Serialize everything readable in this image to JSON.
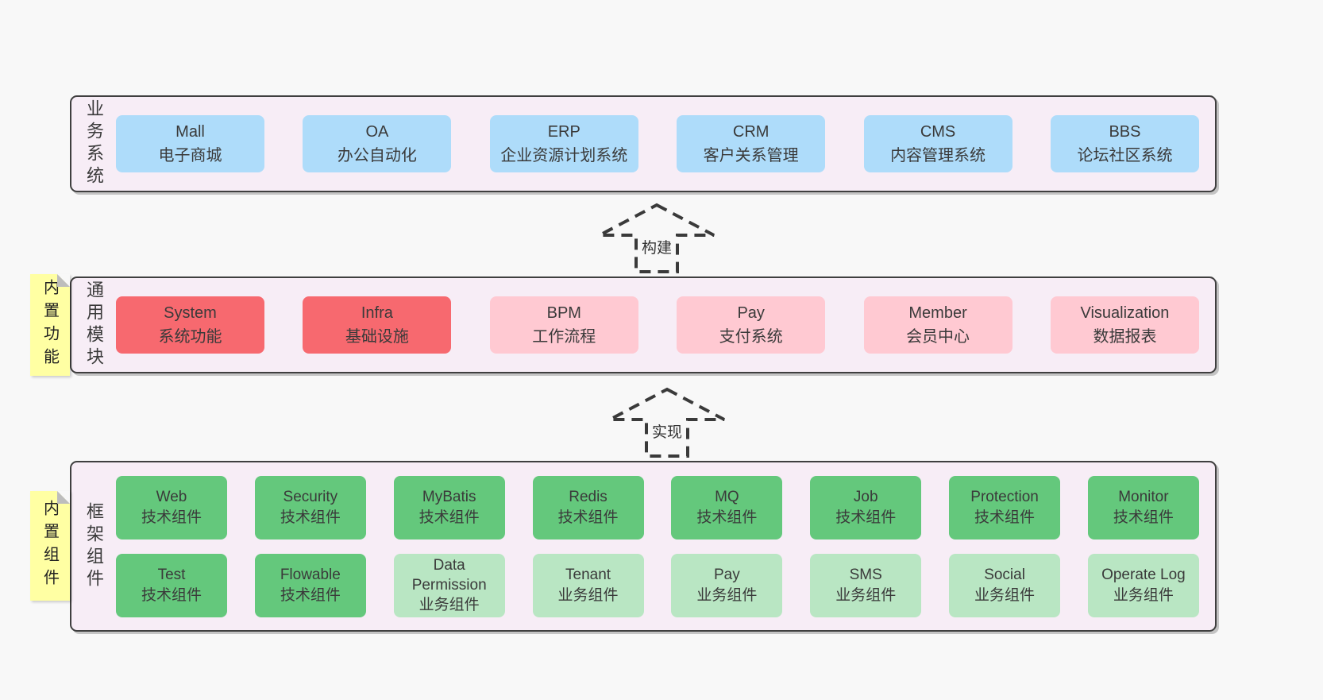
{
  "palette": {
    "page_bg": "#f8f8f8",
    "section_bg": "#f7edf6",
    "section_border": "#3f3f3f",
    "blue": "#aedcfa",
    "red": "#f7696f",
    "pink": "#ffc9d2",
    "green": "#64c87c",
    "lightgreen": "#b9e6c3",
    "note_bg": "#ffffa3",
    "note_fold": "#bdbdbd",
    "text": "#3a3a3a"
  },
  "sections": [
    {
      "name": "business-systems",
      "label": "业务系统",
      "note": "",
      "rows": [
        [
          {
            "title": "Mall",
            "subtitle": "电子商城",
            "variant": "blue"
          },
          {
            "title": "OA",
            "subtitle": "办公自动化",
            "variant": "blue"
          },
          {
            "title": "ERP",
            "subtitle": "企业资源计划系统",
            "variant": "blue"
          },
          {
            "title": "CRM",
            "subtitle": "客户关系管理",
            "variant": "blue"
          },
          {
            "title": "CMS",
            "subtitle": "内容管理系统",
            "variant": "blue"
          },
          {
            "title": "BBS",
            "subtitle": "论坛社区系统",
            "variant": "blue"
          }
        ]
      ]
    },
    {
      "name": "common-modules",
      "label": "通用模块",
      "note": "内置功能",
      "rows": [
        [
          {
            "title": "System",
            "subtitle": "系统功能",
            "variant": "red"
          },
          {
            "title": "Infra",
            "subtitle": "基础设施",
            "variant": "red"
          },
          {
            "title": "BPM",
            "subtitle": "工作流程",
            "variant": "pink"
          },
          {
            "title": "Pay",
            "subtitle": "支付系统",
            "variant": "pink"
          },
          {
            "title": "Member",
            "subtitle": "会员中心",
            "variant": "pink"
          },
          {
            "title": "Visualization",
            "subtitle": "数据报表",
            "variant": "pink"
          }
        ]
      ]
    },
    {
      "name": "framework-components",
      "label": "框架组件",
      "note": "内置组件",
      "rows": [
        [
          {
            "title": "Web",
            "subtitle": "技术组件",
            "variant": "green"
          },
          {
            "title": "Security",
            "subtitle": "技术组件",
            "variant": "green"
          },
          {
            "title": "MyBatis",
            "subtitle": "技术组件",
            "variant": "green"
          },
          {
            "title": "Redis",
            "subtitle": "技术组件",
            "variant": "green"
          },
          {
            "title": "MQ",
            "subtitle": "技术组件",
            "variant": "green"
          },
          {
            "title": "Job",
            "subtitle": "技术组件",
            "variant": "green"
          },
          {
            "title": "Protection",
            "subtitle": "技术组件",
            "variant": "green"
          },
          {
            "title": "Monitor",
            "subtitle": "技术组件",
            "variant": "green"
          }
        ],
        [
          {
            "title": "Test",
            "subtitle": "技术组件",
            "variant": "green"
          },
          {
            "title": "Flowable",
            "subtitle": "技术组件",
            "variant": "green"
          },
          {
            "title": "Data Permission",
            "subtitle": "业务组件",
            "variant": "lightgreen"
          },
          {
            "title": "Tenant",
            "subtitle": "业务组件",
            "variant": "lightgreen"
          },
          {
            "title": "Pay",
            "subtitle": "业务组件",
            "variant": "lightgreen"
          },
          {
            "title": "SMS",
            "subtitle": "业务组件",
            "variant": "lightgreen"
          },
          {
            "title": "Social",
            "subtitle": "业务组件",
            "variant": "lightgreen"
          },
          {
            "title": "Operate Log",
            "subtitle": "业务组件",
            "variant": "lightgreen"
          }
        ]
      ]
    }
  ],
  "arrows": [
    {
      "label": "构建"
    },
    {
      "label": "实现"
    }
  ]
}
